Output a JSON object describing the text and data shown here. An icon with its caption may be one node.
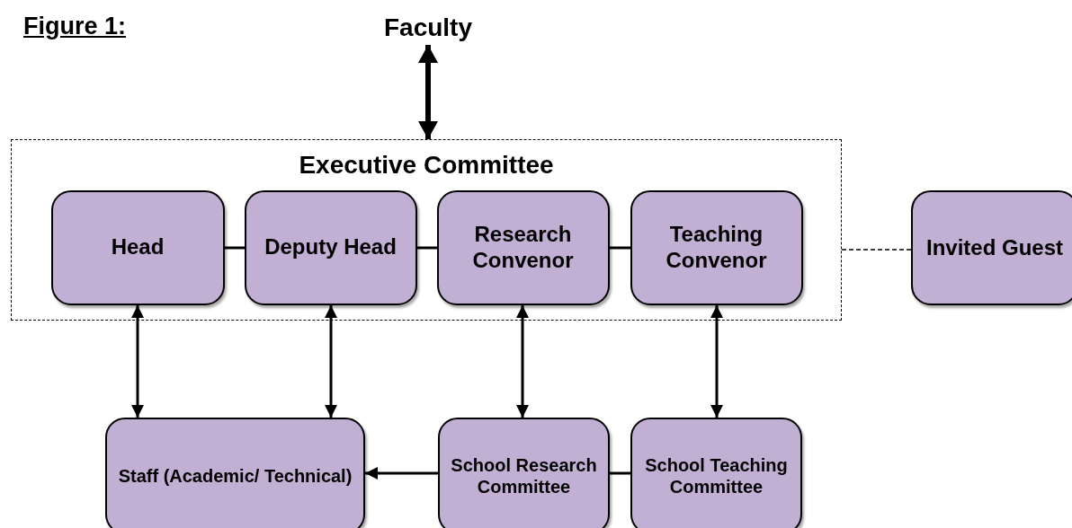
{
  "diagram": {
    "title": "Figure 1:",
    "nodes": [
      {
        "text": [
          "Faculty"
        ]
      },
      {
        "text": [
          "Executive Committee"
        ]
      },
      {
        "text": [
          "Head"
        ],
        "in": 1
      },
      {
        "text": [
          "Deputy Head"
        ],
        "in": 1
      },
      {
        "text": [
          "Research Convenor"
        ],
        "in": 1
      },
      {
        "text": [
          "Teaching Convenor"
        ],
        "in": 1
      },
      {
        "text": [
          "Invited Guest"
        ]
      },
      {
        "text": [
          "Staff (Academic/ Technical)"
        ]
      },
      {
        "text": [
          "School Research Committee"
        ]
      },
      {
        "text": [
          "School Teaching Committee"
        ]
      }
    ],
    "edges": [
      {
        "from": 0,
        "to": 1,
        "arrow": "both",
        "style": "thick"
      },
      {
        "from": 2,
        "to": 3,
        "arrow": "none"
      },
      {
        "from": 3,
        "to": 4,
        "arrow": "none"
      },
      {
        "from": 4,
        "to": 5,
        "arrow": "none"
      },
      {
        "from": 1,
        "to": 6,
        "arrow": "none",
        "style": "dashed"
      },
      {
        "from": 2,
        "to": 7,
        "arrow": "both"
      },
      {
        "from": 3,
        "to": 7,
        "arrow": "both"
      },
      {
        "from": 4,
        "to": 8,
        "arrow": "both"
      },
      {
        "from": 5,
        "to": 9,
        "arrow": "both"
      },
      {
        "from": 8,
        "to": 7,
        "arrow": "to"
      },
      {
        "from": 8,
        "to": 9,
        "arrow": "none"
      }
    ]
  }
}
